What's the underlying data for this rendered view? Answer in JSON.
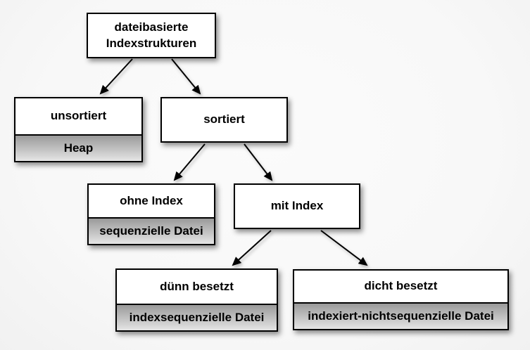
{
  "diagram": {
    "type": "tree",
    "nodes": {
      "root": {
        "label": "dateibasierte Indexstrukturen"
      },
      "unsortiert": {
        "label": "unsortiert",
        "sublabel": "Heap"
      },
      "sortiert": {
        "label": "sortiert"
      },
      "ohne_index": {
        "label": "ohne Index",
        "sublabel": "sequenzielle Datei"
      },
      "mit_index": {
        "label": "mit Index"
      },
      "duenn_besetzt": {
        "label": "dünn besetzt",
        "sublabel": "indexsequenzielle Datei"
      },
      "dicht_besetzt": {
        "label": "dicht besetzt",
        "sublabel": "indexiert-nichtsequenzielle Datei"
      }
    },
    "edges": [
      {
        "from": "root",
        "to": "unsortiert"
      },
      {
        "from": "root",
        "to": "sortiert"
      },
      {
        "from": "sortiert",
        "to": "ohne_index"
      },
      {
        "from": "sortiert",
        "to": "mit_index"
      },
      {
        "from": "mit_index",
        "to": "duenn_besetzt"
      },
      {
        "from": "mit_index",
        "to": "dicht_besetzt"
      }
    ],
    "colors": {
      "background": "#f8f8f8",
      "box_fill": "#ffffff",
      "box_border": "#000000",
      "sublabel_gradient_top": "#9a9a9a",
      "sublabel_gradient_bottom": "#e5e5e5",
      "text": "#000000",
      "arrow": "#000000"
    }
  }
}
